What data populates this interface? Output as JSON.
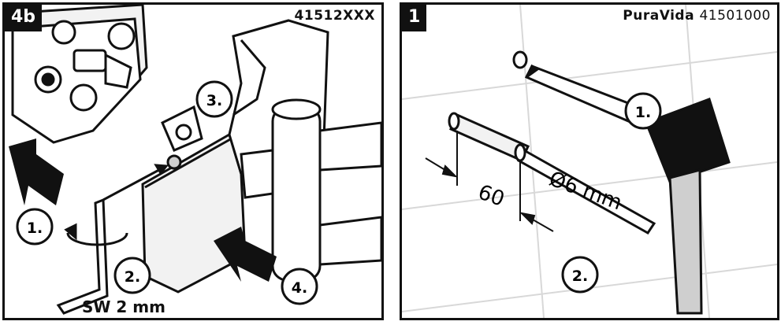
{
  "left_panel": {
    "step": "4b",
    "model_code": "41512XXX",
    "callouts": [
      "1.",
      "2.",
      "3.",
      "4."
    ],
    "tool_label": "SW 2 mm"
  },
  "right_panel": {
    "step": "1",
    "brand": "PuraVida",
    "model_code": "41501000",
    "callouts": [
      "1.",
      "2."
    ],
    "depth_label": "60",
    "diameter_label": "Ø6 mm"
  },
  "colors": {
    "line": "#111111",
    "tile_grid": "#d8d8d8",
    "fill_light": "#f2f2f2",
    "fill_mid": "#cfcfcf"
  }
}
